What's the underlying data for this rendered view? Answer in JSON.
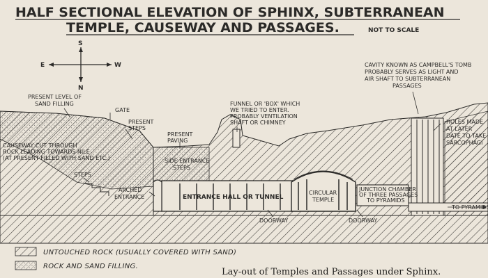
{
  "title": {
    "line1": "HALF SECTIONAL ELEVATION OF SPHINX, SUBTERRANEAN",
    "line2": "TEMPLE, CAUSEWAY AND PASSAGES.",
    "scale_note": "NOT TO SCALE"
  },
  "compass": {
    "north": "N",
    "south": "S",
    "east": "E",
    "west": "W"
  },
  "labels": {
    "sand_level": [
      "PRESENT LEVEL OF",
      "SAND FILLING"
    ],
    "gate": "GATE",
    "present_steps": [
      "PRESENT",
      "STEPS"
    ],
    "present_paving": [
      "PRESENT",
      "PAVING"
    ],
    "funnel": [
      "FUNNEL OR 'BOX' WHICH",
      "WE TRIED TO ENTER.",
      "PROBABLY VENTILATION",
      "SHAFT OR CHIMNEY"
    ],
    "campbell": [
      "CAVITY KNOWN AS CAMPBELL'S TOMB",
      "PROBABLY SERVES AS LIGHT AND",
      "AIR SHAFT TO SUBTERRANEAN",
      "PASSAGES"
    ],
    "holes": [
      "HOLES MADE",
      "AT LATER",
      "DATE TO TAKE",
      "SARCOPHAGI"
    ],
    "causeway": [
      "CAUSEWAY CUT THROUGH",
      "ROCK LEADING TOWARDS NILE",
      "(AT PRESENT FILLED WITH SAND ETC.)"
    ],
    "steps": "STEPS",
    "arched_entrance": [
      "ARCHED",
      "ENTRANCE"
    ],
    "side_entrance": [
      "SIDE ENTRANCE",
      "STEPS"
    ],
    "entrance_hall": "ENTRANCE HALL OR TUNNEL",
    "circular_temple": [
      "CIRCULAR",
      "TEMPLE"
    ],
    "junction": [
      "JUNCTION CHAMBER",
      "OF THREE PASSAGES",
      "TO PYRAMIDS"
    ],
    "doorway_1": "DOORWAY",
    "doorway_2": "DOORWAY",
    "to_pyramids": "TO PYRAMIDS"
  },
  "legend": [
    {
      "pattern": "untouched-rock",
      "text": "UNTOUCHED ROCK (USUALLY COVERED WITH SAND)"
    },
    {
      "pattern": "rock-sand",
      "text": "ROCK AND SAND FILLING."
    }
  ],
  "caption": "Lay-out of Temples and Passages under Sphinx."
}
